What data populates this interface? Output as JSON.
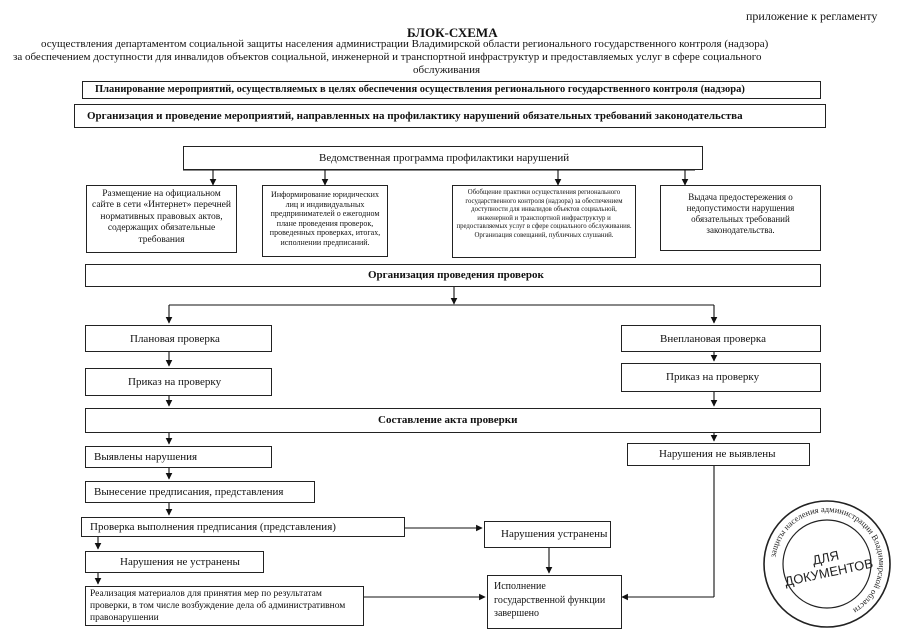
{
  "appendix": "приложение к регламенту",
  "title": "БЛОК-СХЕМА",
  "subtitle_lines": [
    "осуществления департаментом социальной защиты населения администрации Владимирской области   регионального государственного контроля (надзора)",
    "за обеспечением доступности для инвалидов объектов социальной,  инженерной и транспортной инфраструктур и предоставляемых услуг в сфере социального",
    "обслуживания"
  ],
  "nodes": {
    "planning": "Планирование мероприятий, осуществляемых в целях обеспечения осуществления регионального государственного контроля (надзора)",
    "prevention": "Организация и проведение мероприятий, направленных на профилактику нарушений обязательных требований законодательства",
    "program": "Ведомственная программа профилактики  нарушений",
    "placement": "Размещение на официальном сайте в сети «Интернет» перечней нормативных правовых актов, содержащих обязательные требования",
    "informing": "Информирование юридических лиц и индивидуальных предпринимателей  о  ежегодном плане проведения проверок, проведенных проверках, итогах, исполнении предписаний.",
    "generalization": "Обобщение практики осуществления регионального государственного контроля (надзора) за обеспечением доступности для инвалидов объектов социальной,  инженерной и транспортной инфраструктур и предоставляемых услуг в сфере социального обслуживания. Организация совещаний, публичных слушаний.",
    "warning": "Выдача предостережения о недопустимости нарушения обязательных требований законодательства.",
    "org_checks": "Организация проведения проверок",
    "planned": "Плановая проверка",
    "unplanned": "Внеплановая проверка",
    "order_left": "Приказ на проверку",
    "order_right": "Приказ на проверку",
    "act": "Составление акта проверки",
    "found": "Выявлены нарушения",
    "not_found": "Нарушения не выявлены",
    "prescription": "Вынесение предписания, представления",
    "verify": "Проверка выполнения  предписания (представления)",
    "not_fixed": "Нарушения не устранены",
    "fixed": "Нарушения устранены",
    "realization": "Реализация материалов для принятия мер по результатам проверки, в том числе  возбуждение дела об административном правонарушении",
    "completed": "Исполнение государственной функции завершено"
  },
  "stamp": {
    "center": "ДЛЯ ДОКУМЕНТОВ",
    "ring": "защиты населения администрации Владимирской области"
  }
}
